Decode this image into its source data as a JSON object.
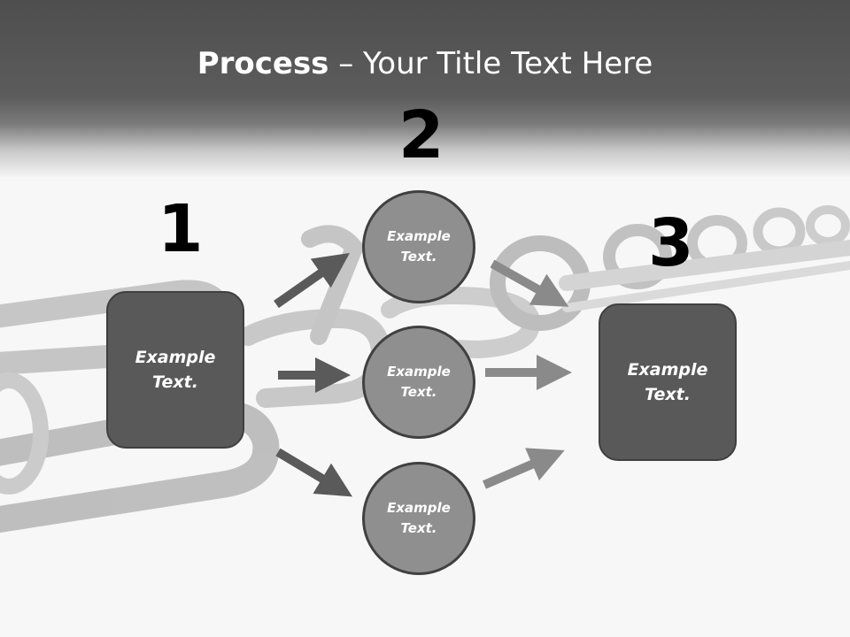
{
  "title": {
    "bold": "Process",
    "rest": " – Your Title Text Here"
  },
  "steps": [
    {
      "number": "1",
      "text_line1": "Example",
      "text_line2": "Text."
    },
    {
      "number": "2",
      "text_line1": "Example",
      "text_line2": "Text."
    },
    {
      "number": "3",
      "text_line1": "Example",
      "text_line2": "Text."
    }
  ],
  "circles": [
    {
      "text_line1": "Example",
      "text_line2": "Text."
    },
    {
      "text_line1": "Example",
      "text_line2": "Text."
    },
    {
      "text_line1": "Example",
      "text_line2": "Text."
    }
  ],
  "colors": {
    "box_fill": "#595959",
    "circle_fill": "#8f8f8f",
    "arrow_dark": "#5a5a5a",
    "arrow_light": "#8a8a8a"
  }
}
